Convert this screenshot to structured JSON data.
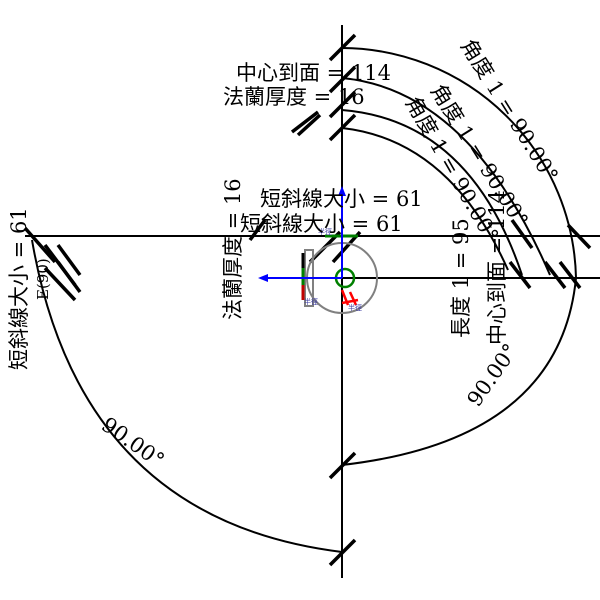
{
  "dimensions": {
    "center_to_face_top": "中心到面 = 114",
    "flange_thickness_top": "法蘭厚度 = 16",
    "angle_1a": "角度 1 = 90.00°",
    "angle_1b": "角度 1 = 90.00°",
    "angle_1c": "角度 1 = 90.00°",
    "chamfer_size_1": "短斜線大小 = 61",
    "chamfer_size_2": "短斜線大小 = 61",
    "flange_thickness_left": "法蘭厚度 = 16",
    "chamfer_size_left": "短斜線大小 = 61",
    "left_small": "E(90)",
    "length_1": "長度 1 = 95",
    "center_to_face_right": "中心到面 = 114",
    "angle_right": "90.00°",
    "angle_bottom_left": "90.00°",
    "radius_label_1": "半徑",
    "radius_label_2": "半徑",
    "radius_label_3": "半徑"
  },
  "colors": {
    "axis_y": "#0000ff",
    "axis_x": "#0000ff",
    "origin": "#008000",
    "marker": "#ff0000",
    "body": "#808080"
  }
}
